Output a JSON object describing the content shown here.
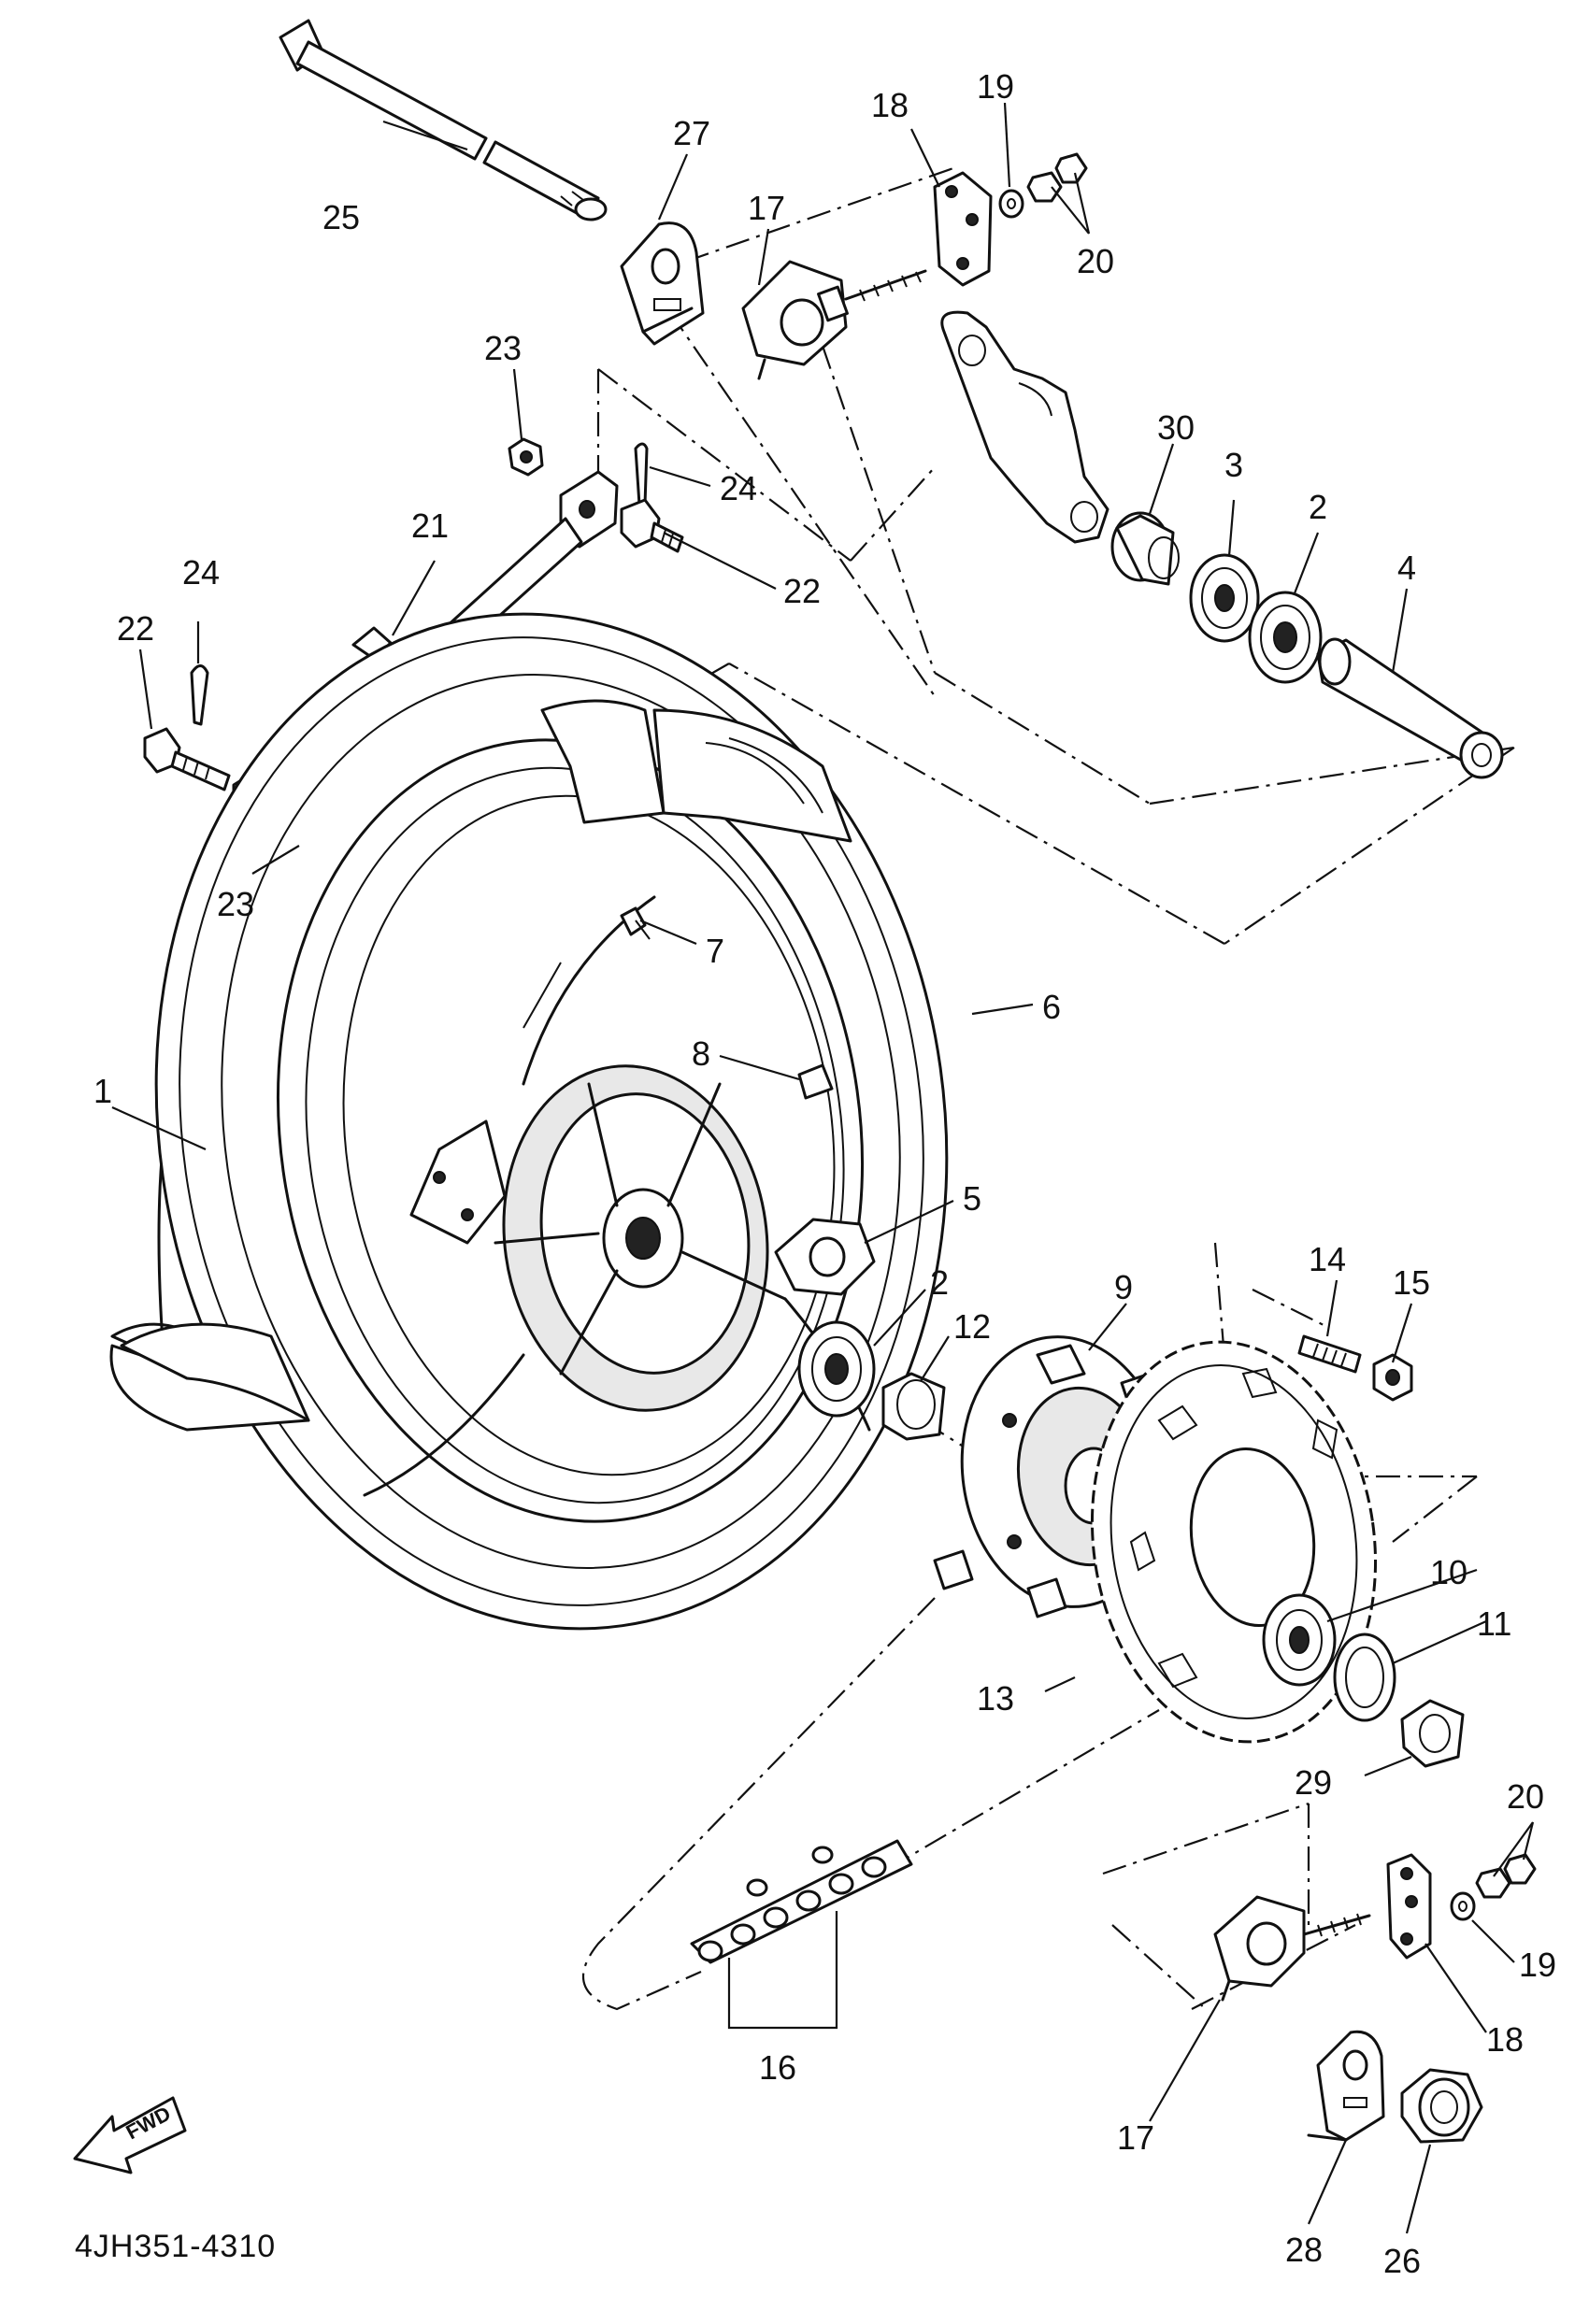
{
  "diagram_code": "4JH351-4310",
  "fwd_label": "FWD",
  "callouts": {
    "c1": "1",
    "c2a": "2",
    "c2b": "2",
    "c3": "3",
    "c4": "4",
    "c5": "5",
    "c6": "6",
    "c7": "7",
    "c8": "8",
    "c9": "9",
    "c10": "10",
    "c11": "11",
    "c12": "12",
    "c13": "13",
    "c14": "14",
    "c15": "15",
    "c16": "16",
    "c17a": "17",
    "c17b": "17",
    "c18a": "18",
    "c18b": "18",
    "c19a": "19",
    "c19b": "19",
    "c20a": "20",
    "c20b": "20",
    "c21": "21",
    "c22a": "22",
    "c22b": "22",
    "c23a": "23",
    "c23b": "23",
    "c24a": "24",
    "c24b": "24",
    "c25": "25",
    "c26": "26",
    "c27": "27",
    "c28": "28",
    "c29": "29",
    "c30": "30"
  }
}
